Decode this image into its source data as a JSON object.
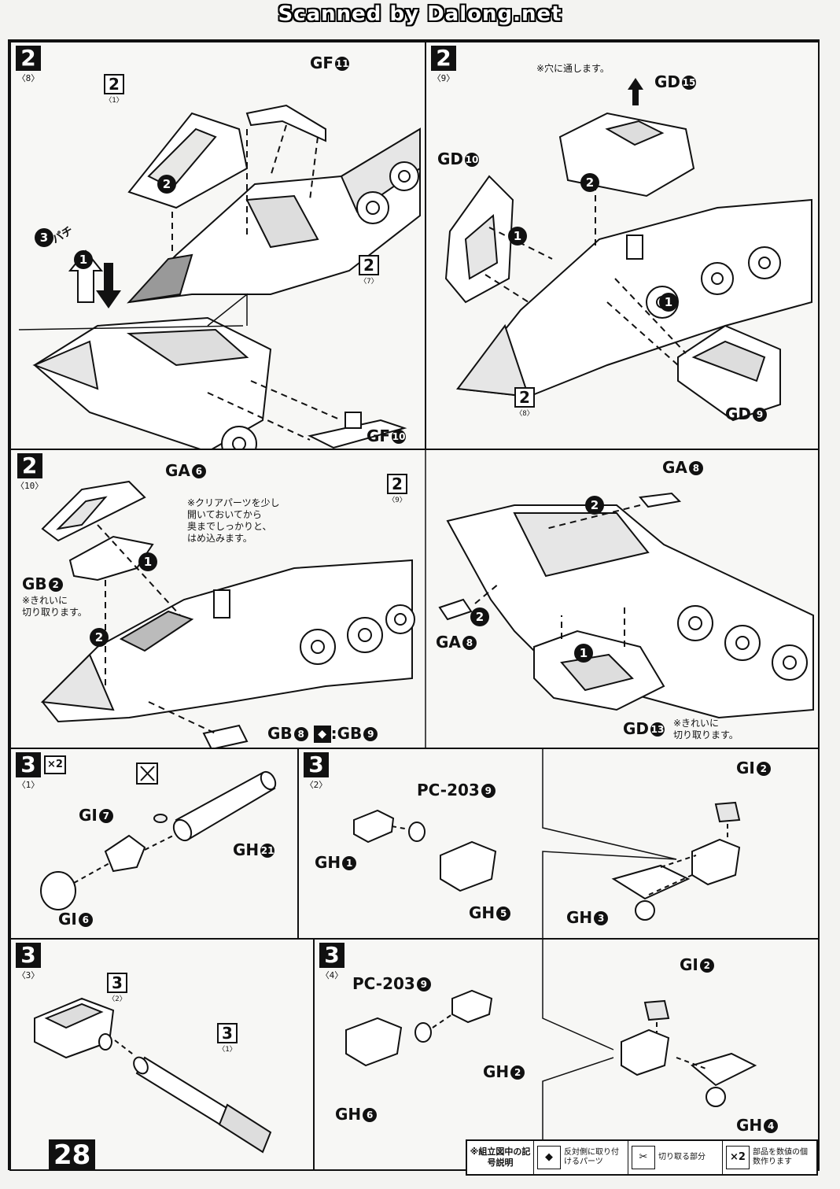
{
  "header": {
    "scan_credit": "Scanned by Dalong.net"
  },
  "page": {
    "number": "28"
  },
  "panels": {
    "p2_8": {
      "step": "2",
      "sub": "〈8〉",
      "refs": [
        {
          "num": "2",
          "sub": "〈1〉"
        },
        {
          "num": "2",
          "sub": "〈7〉"
        }
      ],
      "labels": {
        "gf11": "GF",
        "gf11_num": "11",
        "gf10": "GF",
        "gf10_num": "10"
      },
      "sfx": "パチ",
      "order": [
        "1",
        "2",
        "3"
      ]
    },
    "p2_9": {
      "step": "2",
      "sub": "〈9〉",
      "refs": [
        {
          "num": "2",
          "sub": "〈8〉"
        }
      ],
      "note": "※穴に通します。",
      "labels": {
        "gd15": "GD",
        "gd15_num": "15",
        "gd10": "GD",
        "gd10_num": "10",
        "gd9": "GD",
        "gd9_num": "9"
      },
      "order": [
        "1",
        "2"
      ]
    },
    "p2_10": {
      "step": "2",
      "sub": "〈10〉",
      "refs": [
        {
          "num": "2",
          "sub": "〈9〉"
        }
      ],
      "note_lines": [
        "※クリアパーツを少し",
        "開いておいてから",
        "奥までしっかりと、",
        "はめ込みます。"
      ],
      "note_gb2": [
        "※きれいに",
        "切り取ります。"
      ],
      "note_gd13": [
        "※きれいに",
        "切り取ります。"
      ],
      "labels": {
        "ga6": "GA",
        "ga6_num": "6",
        "gb2": "GB",
        "gb2_num": "2",
        "gb8": "GB",
        "gb8_num": "8",
        "gb9": ":GB",
        "gb9_num": "9",
        "ga8a": "GA",
        "ga8a_num": "8",
        "ga8b": "GA",
        "ga8b_num": "8",
        "gd13": "GD",
        "gd13_num": "13"
      },
      "order": [
        "1",
        "2"
      ]
    },
    "p3_1": {
      "step": "3",
      "sub": "〈1〉",
      "badge": "×2",
      "labels": {
        "gi7": "GI",
        "gi7_num": "7",
        "gh21": "GH",
        "gh21_num": "21",
        "gi6": "GI",
        "gi6_num": "6"
      }
    },
    "p3_2": {
      "step": "3",
      "sub": "〈2〉",
      "labels": {
        "pc": "PC-203",
        "pc_num": "9",
        "gh1": "GH",
        "gh1_num": "1",
        "gh5": "GH",
        "gh5_num": "5",
        "gi2": "GI",
        "gi2_num": "2",
        "gh3": "GH",
        "gh3_num": "3"
      }
    },
    "p3_3": {
      "step": "3",
      "sub": "〈3〉",
      "refs": [
        {
          "num": "3",
          "sub": "〈2〉"
        },
        {
          "num": "3",
          "sub": "〈1〉"
        }
      ]
    },
    "p3_4": {
      "step": "3",
      "sub": "〈4〉",
      "labels": {
        "pc": "PC-203",
        "pc_num": "9",
        "gh2": "GH",
        "gh2_num": "2",
        "gh6": "GH",
        "gh6_num": "6",
        "gi2": "GI",
        "gi2_num": "2",
        "gh4": "GH",
        "gh4_num": "4"
      }
    }
  },
  "legend": {
    "title": "※組立図中の記号説明",
    "items": [
      {
        "icon": "◆",
        "text": "反対側に取り付けるパーツ"
      },
      {
        "icon": "✂",
        "text": "切り取る部分"
      },
      {
        "icon": "×2",
        "text": "部品を数値の個数作ります"
      }
    ]
  }
}
